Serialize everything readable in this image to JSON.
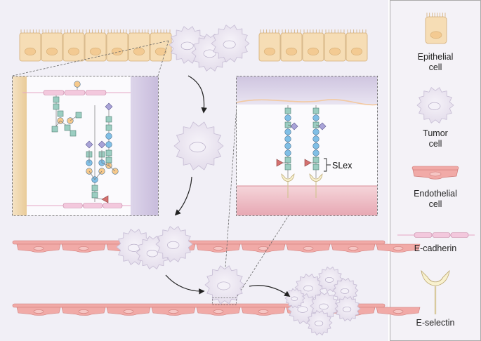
{
  "diagram": {
    "annotation": "SLex"
  },
  "legend": {
    "epithelial_cell": "Epithelial\ncell",
    "tumor_cell": "Tumor\ncell",
    "endothelial_cell": "Endothelial\ncell",
    "e_cadherin": "E-cadherin",
    "e_selectin": "E-selectin"
  },
  "colors": {
    "background": "#f1eff6",
    "epithelial_fill": "#f6ddb5",
    "epithelial_stroke": "#d3ad76",
    "tumor_fill": "#e8e2ef",
    "tumor_stroke": "#c6bcd4",
    "endothelial_fill": "#f1aaa7",
    "endothelial_stroke": "#cf7b78",
    "cadherin": "#f3c8dd",
    "selectin": "#f8f1cf",
    "glycan_square": "#9bcdc1",
    "glycan_circle": "#80bfe6",
    "glycan_diamond": "#a9a3d8",
    "glycan_yellow": "#f7c98b",
    "glycan_fucose": "#d4706f"
  }
}
